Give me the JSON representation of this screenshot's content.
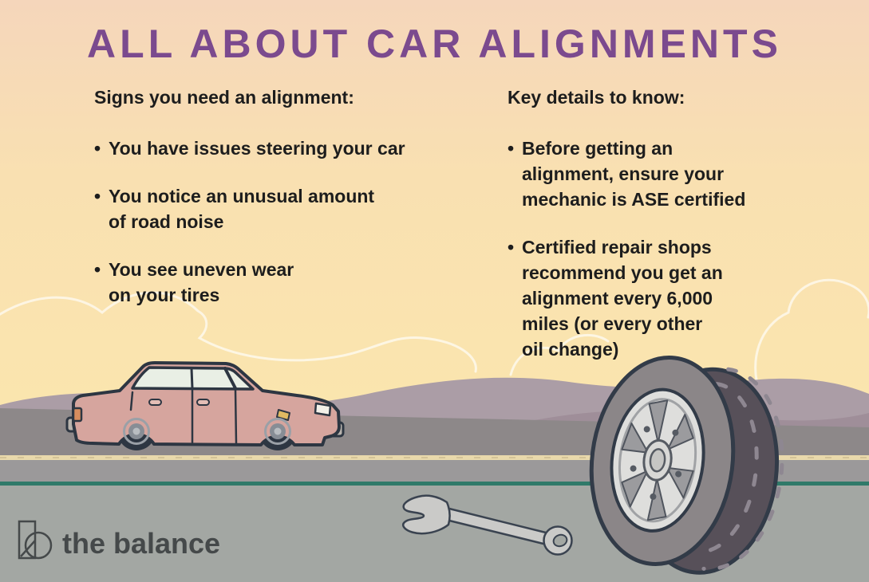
{
  "title": "ALL ABOUT CAR ALIGNMENTS",
  "bullet_char": "•",
  "left_column": {
    "header": "Signs you need an alignment:",
    "bullets": [
      "You have issues steering your car",
      "You notice an unusual amount\nof road noise",
      "You see uneven wear\non your tires"
    ]
  },
  "right_column": {
    "header": "Key details to know:",
    "bullets": [
      "Before getting an\nalignment, ensure your\nmechanic is ASE certified",
      "Certified repair shops\nrecommend you get an\nalignment every 6,000\nmiles (or every other\noil change)"
    ]
  },
  "logo": {
    "text": "the balance"
  },
  "colors": {
    "title_purple": "#7b4a8e",
    "body_text": "#1d1d1d",
    "sky_top_pink": "#f5d6bb",
    "sky_bottom_cream": "#fbe9ac",
    "hill_mauve": "#ab9da6",
    "hill_dark_mauve": "#9f8e99",
    "road_gray": "#8d8889",
    "lane_line_yellow": "#e9d9ab",
    "divider_teal": "#2f7a69",
    "shoulder_gray": "#a3a7a3",
    "car_body_pink": "#d6a59e",
    "outline_navy": "#2d3642",
    "logo_gray": "#45494a"
  },
  "illustration_elements": [
    "clouds",
    "hills",
    "road",
    "sedan-car",
    "car-tire",
    "wrench"
  ]
}
